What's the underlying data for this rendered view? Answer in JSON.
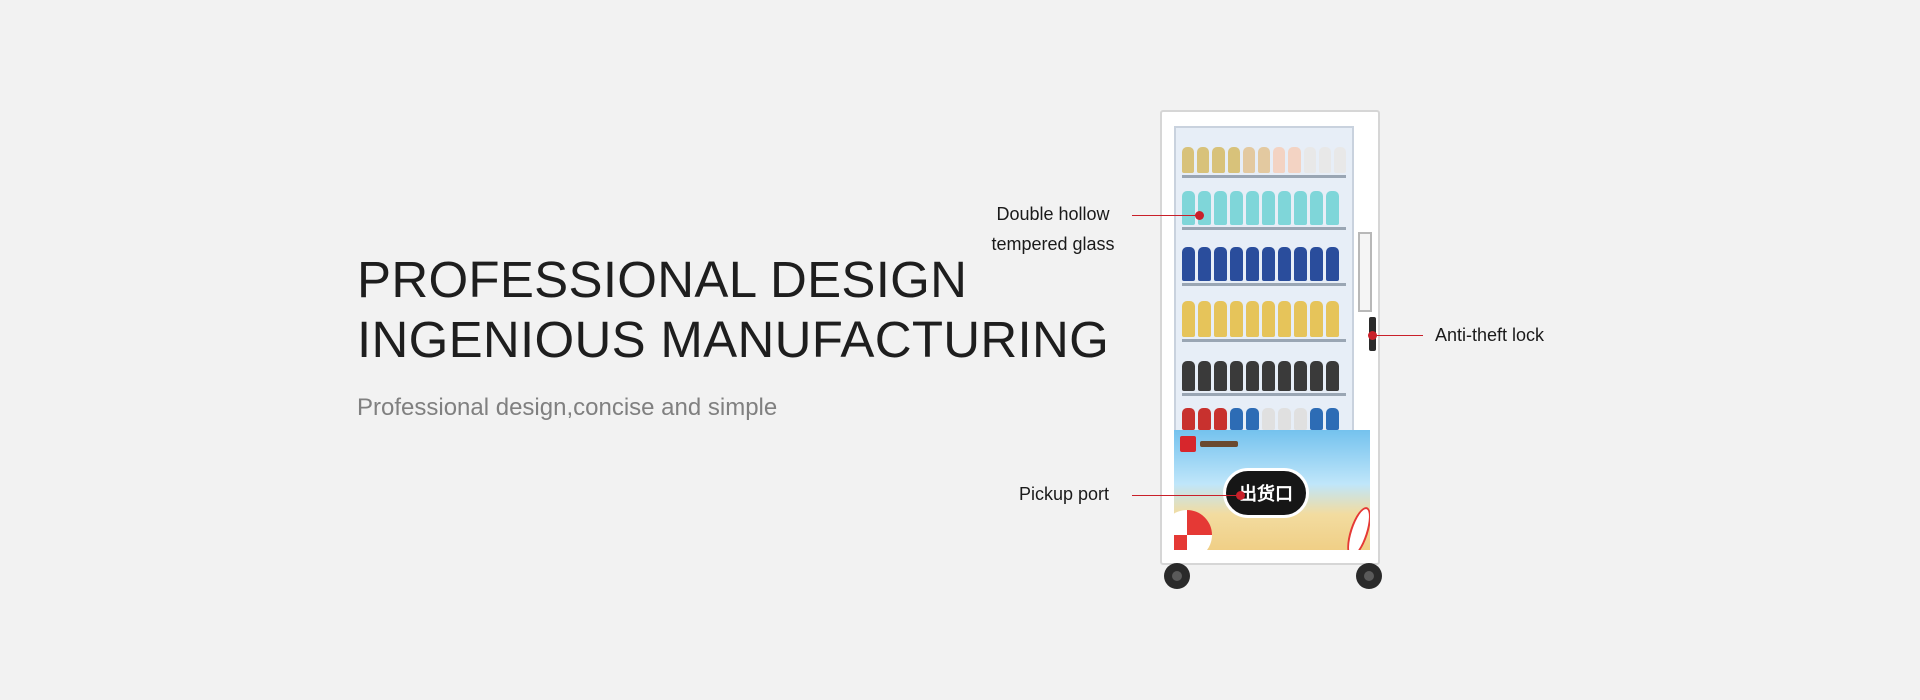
{
  "hero": {
    "headline_line1": "PROFESSIONAL DESIGN",
    "headline_line2": "INGENIOUS MANUFACTURING",
    "subline": "Professional design,concise and simple"
  },
  "callouts": {
    "glass_line1": "Double hollow",
    "glass_line2": "tempered glass",
    "lock": "Anti-theft lock",
    "pickup": "Pickup port"
  },
  "machine": {
    "pickup_port_text": "出货口"
  },
  "colors": {
    "background": "#f2f2f2",
    "headline": "#1e1e1e",
    "subline": "#808080",
    "callout_accent": "#c9202a"
  }
}
